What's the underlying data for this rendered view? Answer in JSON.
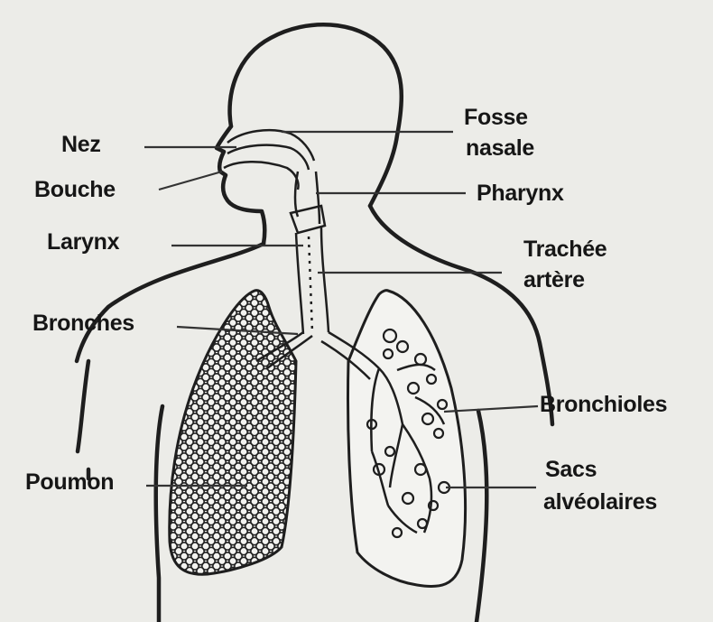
{
  "labels": {
    "nez": "Nez",
    "bouche": "Bouche",
    "larynx": "Larynx",
    "bronches": "Bronches",
    "poumon": "Poumon",
    "fosse_nasale_1": "Fosse",
    "fosse_nasale_2": "nasale",
    "pharynx": "Pharynx",
    "trachee_1": "Trachée",
    "trachee_2": "artère",
    "bronchioles": "Bronchioles",
    "sacs_1": "Sacs",
    "sacs_2": "alvéolaires"
  },
  "colors": {
    "background": "#ecece8",
    "ink": "#1e1e1e"
  }
}
